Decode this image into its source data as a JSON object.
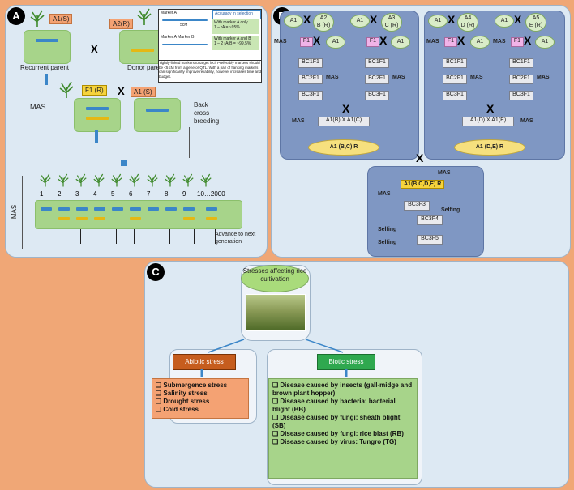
{
  "panel_a": {
    "label": "A",
    "a1s_top": "A1(S)",
    "a2r": "A2(R)",
    "recurrent": "Recurrent parent",
    "donor": "Donor parent",
    "cross": "X",
    "f1r": "F1 (R)",
    "a1s_mid": "A1 (S)",
    "mas": "MAS",
    "backcross": "Back\ncross\nbreeding",
    "mas_side": "MAS",
    "numbers": [
      "1",
      "2",
      "3",
      "4",
      "5",
      "6",
      "7",
      "8",
      "9",
      "10…2000"
    ],
    "advance": "Advance to next\ngeneration",
    "inset": {
      "marker_a": "Marker A",
      "marker_ab": "Marker A        Marker B",
      "accuracy_title": "Accuracy in selection",
      "acc1": "With marker A only\n1 – rA = ~95%",
      "acc2": "With marker A and B\n1 – 2 rArB = ~99.5%",
      "note": "Tightly-linked markers to target loci. Preferably markers should be <5 cM from a gene or QTL. With a pair of flanking markers can significantly improve reliability, however increases time and budget.",
      "cm": "5cM"
    }
  },
  "panel_b": {
    "label": "B",
    "left": {
      "p1": "A1",
      "p2": "A2\nB (R)",
      "p3": "A1",
      "p4": "A3\nC (R)",
      "f1a": "F1",
      "f1b": "F1",
      "a1a": "A1",
      "a1b": "A1",
      "bc1": "BC1F1",
      "bc2": "BC2F1",
      "bc3": "BC3F1",
      "cross": "A1(B)  X  A1(C)",
      "result": "A1 (B,C) R"
    },
    "right": {
      "p1": "A1",
      "p2": "A4\nD (R)",
      "p3": "A1",
      "p4": "A5\nE (R)",
      "f1a": "F1",
      "f1b": "F1",
      "a1a": "A1",
      "a1b": "A1",
      "bc1": "BC1F1",
      "bc2": "BC2F1",
      "bc3": "BC3F1",
      "cross": "A1(D)  X  A1(E)",
      "result": "A1 (D,E) R"
    },
    "bottom": {
      "result": "A1(B,C,D,E) R",
      "bc3f3": "BC3F3",
      "bc3f4": "BC3F4",
      "bc3f5": "BC3F5",
      "selfing": "Selfing",
      "mas": "MAS"
    },
    "mas": "MAS",
    "x": "X"
  },
  "panel_c": {
    "label": "C",
    "title": "Stresses affecting rice cultivation",
    "abiotic_title": "Abiotic stress",
    "biotic_title": "Biotic stress",
    "abiotic": [
      "Submergence stress",
      "Salinity stress",
      "Drought stress",
      "Cold stress"
    ],
    "biotic": [
      "Disease caused by insects (gall-midge and brown plant hopper)",
      "Disease caused by bacteria: bacterial blight (BB)",
      "Disease caused by fungi: sheath blight (SB)",
      "Disease caused by fungi: rice blast (RB)",
      "Disease caused by virus: Tungro (TG)"
    ]
  },
  "colors": {
    "background": "#f0a776",
    "panel": "#dde9f3",
    "subpanel": "#7f97c3",
    "abiotic": "#c65d1e",
    "biotic": "#2fa84f",
    "marker_blue": "#3b86c8",
    "marker_yellow": "#e5b814"
  }
}
